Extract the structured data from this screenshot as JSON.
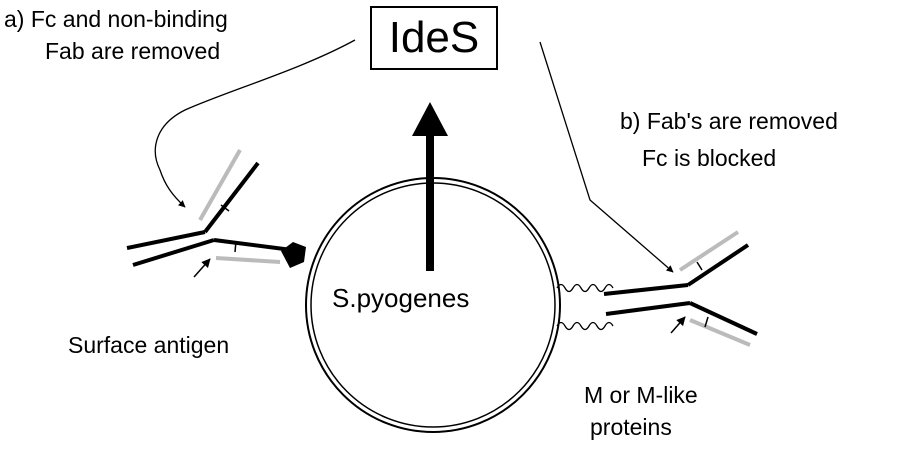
{
  "labels": {
    "enzyme": "IdeS",
    "bacterium": "S.pyogenes",
    "annotation_a_line1": "a) Fc and non-binding",
    "annotation_a_line2": "Fab are removed",
    "annotation_b_line1": "b) Fab's are removed",
    "annotation_b_line2": "Fc is blocked",
    "surface_antigen": "Surface antigen",
    "m_proteins_line1": "M or M-like",
    "m_proteins_line2": "proteins"
  },
  "colors": {
    "ink": "#000000",
    "light_chain": "#bbbbbb",
    "background": "#ffffff"
  }
}
